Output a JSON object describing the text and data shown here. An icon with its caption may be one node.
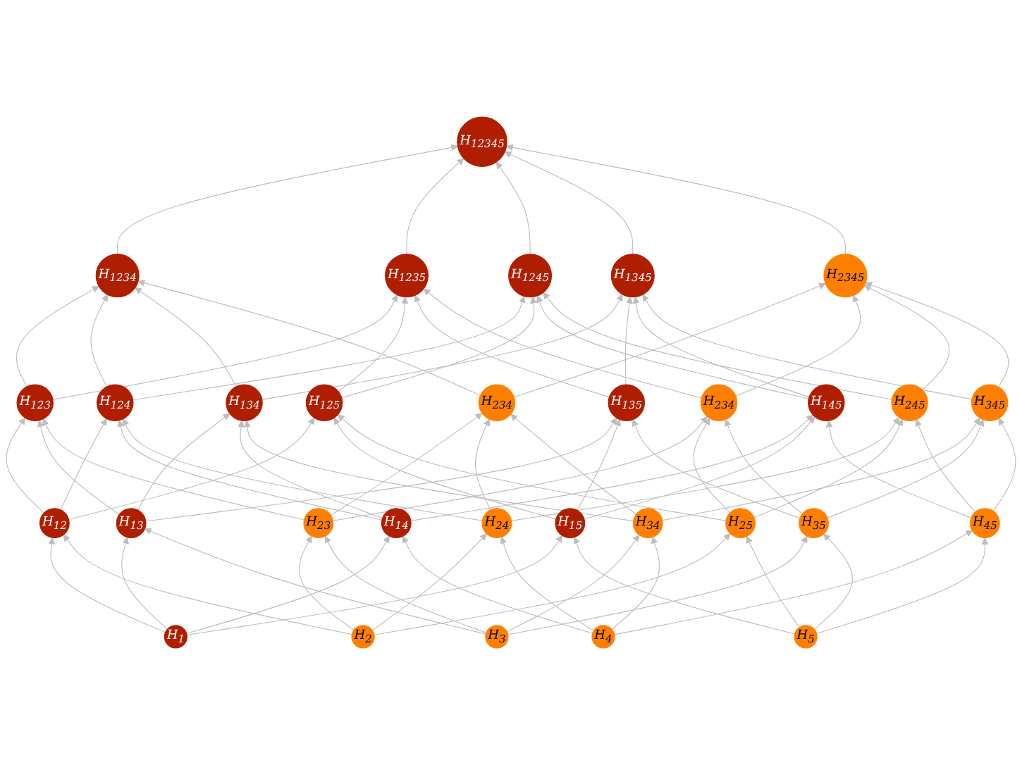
{
  "diagram": {
    "nodes": [
      {
        "text": [
          "H$_{12345}$"
        ]
      },
      {
        "text": [
          "H$_{1234}$"
        ]
      },
      {
        "text": [
          "H$_{1235}$"
        ]
      },
      {
        "text": [
          "H$_{1245}$"
        ]
      },
      {
        "text": [
          "H$_{1345}$"
        ]
      },
      {
        "text": [
          "H$_{2345}$"
        ]
      },
      {
        "text": [
          "H$_{123}$"
        ]
      },
      {
        "text": [
          "H$_{124}$"
        ]
      },
      {
        "text": [
          "H$_{134}$"
        ]
      },
      {
        "text": [
          "H$_{234}$"
        ]
      },
      {
        "text": [
          "H$_{125}$"
        ]
      },
      {
        "text": [
          "H$_{135}$"
        ]
      },
      {
        "text": [
          "H$_{234}$"
        ]
      },
      {
        "text": [
          "H$_{145}$"
        ]
      },
      {
        "text": [
          "H$_{245}$"
        ]
      },
      {
        "text": [
          "H$_{345}$"
        ]
      },
      {
        "text": [
          "H$_{12}$"
        ]
      },
      {
        "text": [
          "H$_{13}$"
        ]
      },
      {
        "text": [
          "H$_{23}$"
        ]
      },
      {
        "text": [
          "H$_{14}$"
        ]
      },
      {
        "text": [
          "H$_{24}$"
        ]
      },
      {
        "text": [
          "H$_{34}$"
        ]
      },
      {
        "text": [
          "H$_{15}$"
        ]
      },
      {
        "text": [
          "H$_{25}$"
        ]
      },
      {
        "text": [
          "H$_{35}$"
        ]
      },
      {
        "text": [
          "H$_{45}$"
        ]
      },
      {
        "text": [
          "H$_{1}$"
        ]
      },
      {
        "text": [
          "H$_{2}$"
        ]
      },
      {
        "text": [
          "H$_{3}$"
        ]
      },
      {
        "text": [
          "H$_{4}$"
        ]
      },
      {
        "text": [
          "H$_{5}$"
        ]
      }
    ],
    "edges": [
      {
        "from": 26,
        "to": 16,
        "arrow": "to"
      },
      {
        "from": 26,
        "to": 17,
        "arrow": "to"
      },
      {
        "from": 26,
        "to": 19,
        "arrow": "to"
      },
      {
        "from": 26,
        "to": 22,
        "arrow": "to"
      },
      {
        "from": 27,
        "to": 16,
        "arrow": "to"
      },
      {
        "from": 27,
        "to": 18,
        "arrow": "to"
      },
      {
        "from": 27,
        "to": 20,
        "arrow": "to"
      },
      {
        "from": 27,
        "to": 23,
        "arrow": "to"
      },
      {
        "from": 28,
        "to": 17,
        "arrow": "to"
      },
      {
        "from": 28,
        "to": 18,
        "arrow": "to"
      },
      {
        "from": 28,
        "to": 21,
        "arrow": "to"
      },
      {
        "from": 28,
        "to": 24,
        "arrow": "to"
      },
      {
        "from": 29,
        "to": 19,
        "arrow": "to"
      },
      {
        "from": 29,
        "to": 20,
        "arrow": "to"
      },
      {
        "from": 29,
        "to": 21,
        "arrow": "to"
      },
      {
        "from": 29,
        "to": 25,
        "arrow": "to"
      },
      {
        "from": 30,
        "to": 22,
        "arrow": "to"
      },
      {
        "from": 30,
        "to": 23,
        "arrow": "to"
      },
      {
        "from": 30,
        "to": 24,
        "arrow": "to"
      },
      {
        "from": 30,
        "to": 25,
        "arrow": "to"
      },
      {
        "from": 16,
        "to": 6,
        "arrow": "to"
      },
      {
        "from": 16,
        "to": 7,
        "arrow": "to"
      },
      {
        "from": 16,
        "to": 10,
        "arrow": "to"
      },
      {
        "from": 17,
        "to": 6,
        "arrow": "to"
      },
      {
        "from": 17,
        "to": 8,
        "arrow": "to"
      },
      {
        "from": 17,
        "to": 11,
        "arrow": "to"
      },
      {
        "from": 18,
        "to": 6,
        "arrow": "to"
      },
      {
        "from": 18,
        "to": 9,
        "arrow": "to"
      },
      {
        "from": 18,
        "to": 12,
        "arrow": "to"
      },
      {
        "from": 19,
        "to": 7,
        "arrow": "to"
      },
      {
        "from": 19,
        "to": 8,
        "arrow": "to"
      },
      {
        "from": 19,
        "to": 13,
        "arrow": "to"
      },
      {
        "from": 20,
        "to": 7,
        "arrow": "to"
      },
      {
        "from": 20,
        "to": 9,
        "arrow": "to"
      },
      {
        "from": 20,
        "to": 14,
        "arrow": "to"
      },
      {
        "from": 21,
        "to": 8,
        "arrow": "to"
      },
      {
        "from": 21,
        "to": 9,
        "arrow": "to"
      },
      {
        "from": 21,
        "to": 15,
        "arrow": "to"
      },
      {
        "from": 22,
        "to": 10,
        "arrow": "to"
      },
      {
        "from": 22,
        "to": 11,
        "arrow": "to"
      },
      {
        "from": 22,
        "to": 13,
        "arrow": "to"
      },
      {
        "from": 23,
        "to": 10,
        "arrow": "to"
      },
      {
        "from": 23,
        "to": 12,
        "arrow": "to"
      },
      {
        "from": 23,
        "to": 14,
        "arrow": "to"
      },
      {
        "from": 24,
        "to": 11,
        "arrow": "to"
      },
      {
        "from": 24,
        "to": 12,
        "arrow": "to"
      },
      {
        "from": 24,
        "to": 15,
        "arrow": "to"
      },
      {
        "from": 25,
        "to": 13,
        "arrow": "to"
      },
      {
        "from": 25,
        "to": 14,
        "arrow": "to"
      },
      {
        "from": 25,
        "to": 15,
        "arrow": "to"
      },
      {
        "from": 6,
        "to": 1,
        "arrow": "to"
      },
      {
        "from": 6,
        "to": 2,
        "arrow": "to"
      },
      {
        "from": 7,
        "to": 1,
        "arrow": "to"
      },
      {
        "from": 7,
        "to": 3,
        "arrow": "to"
      },
      {
        "from": 8,
        "to": 1,
        "arrow": "to"
      },
      {
        "from": 8,
        "to": 4,
        "arrow": "to"
      },
      {
        "from": 9,
        "to": 1,
        "arrow": "to"
      },
      {
        "from": 9,
        "to": 5,
        "arrow": "to"
      },
      {
        "from": 10,
        "to": 2,
        "arrow": "to"
      },
      {
        "from": 10,
        "to": 3,
        "arrow": "to"
      },
      {
        "from": 11,
        "to": 2,
        "arrow": "to"
      },
      {
        "from": 11,
        "to": 4,
        "arrow": "to"
      },
      {
        "from": 12,
        "to": 2,
        "arrow": "to"
      },
      {
        "from": 12,
        "to": 5,
        "arrow": "to"
      },
      {
        "from": 13,
        "to": 3,
        "arrow": "to"
      },
      {
        "from": 13,
        "to": 4,
        "arrow": "to"
      },
      {
        "from": 14,
        "to": 3,
        "arrow": "to"
      },
      {
        "from": 14,
        "to": 5,
        "arrow": "to"
      },
      {
        "from": 15,
        "to": 4,
        "arrow": "to"
      },
      {
        "from": 15,
        "to": 5,
        "arrow": "to"
      },
      {
        "from": 1,
        "to": 0,
        "arrow": "to"
      },
      {
        "from": 2,
        "to": 0,
        "arrow": "to"
      },
      {
        "from": 3,
        "to": 0,
        "arrow": "to"
      },
      {
        "from": 4,
        "to": 0,
        "arrow": "to"
      },
      {
        "from": 5,
        "to": 0,
        "arrow": "to"
      }
    ]
  }
}
